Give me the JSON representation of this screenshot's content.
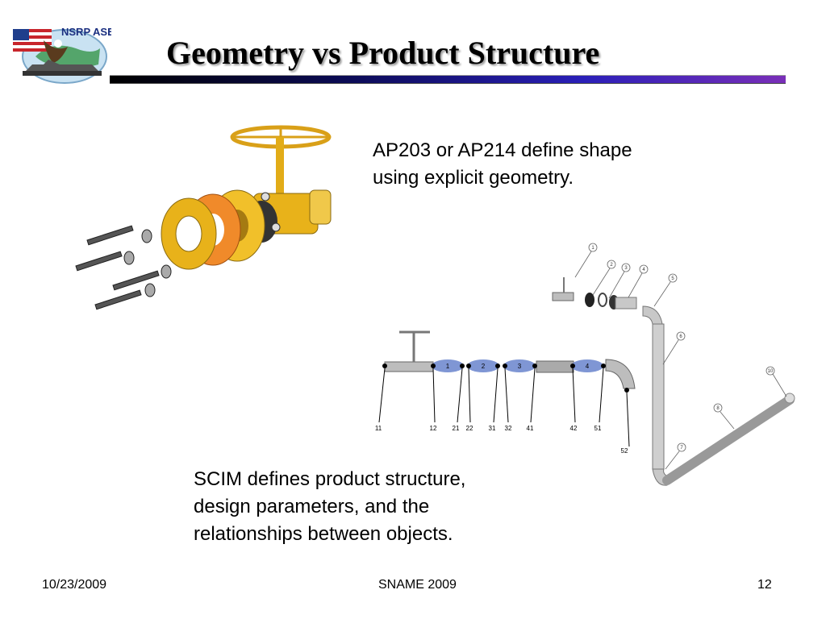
{
  "slide": {
    "logo_text": "NSRP ASE",
    "title": "Geometry vs Product Structure",
    "text_block_1": [
      "AP203 or AP214 define shape",
      "using explicit geometry."
    ],
    "text_block_2": [
      "SCIM defines product structure,",
      "design parameters, and the",
      "relationships between objects."
    ],
    "footer": {
      "date": "10/23/2009",
      "center": "SNAME 2009",
      "page": "12"
    }
  },
  "schematic": {
    "segment_labels": [
      "1",
      "2",
      "3",
      "4"
    ],
    "bottom_labels": [
      "11",
      "12",
      "21",
      "22",
      "31",
      "32",
      "41",
      "42",
      "51"
    ],
    "lower_label": "52",
    "callouts": [
      "1",
      "2",
      "3",
      "4",
      "5",
      "6",
      "7",
      "8",
      "10"
    ]
  },
  "colors": {
    "title_bar_start": "#000000",
    "title_bar_end": "#7a2fb8",
    "valve_gold": "#e8b21a",
    "gasket_orange": "#f08a2a",
    "segment_blue": "#7f96d4"
  }
}
